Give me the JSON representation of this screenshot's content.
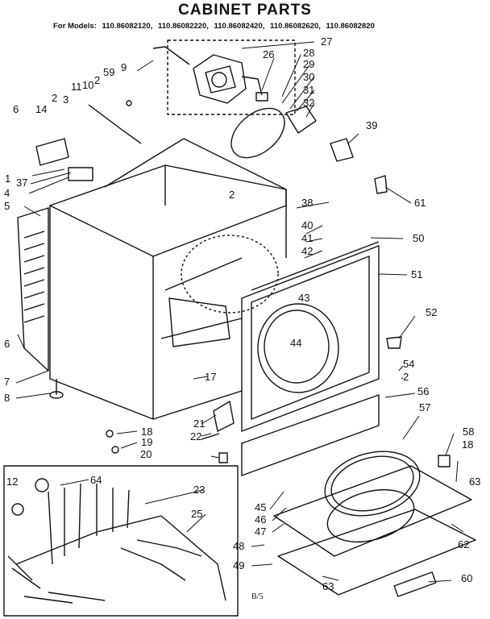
{
  "title": "CABINET PARTS",
  "models": {
    "prefix": "For Models:",
    "list": [
      "110.86082120,",
      "110.86082220,",
      "110.86082420,",
      "110.86082620,",
      "110.86082820"
    ]
  },
  "footer_mark": "B/5",
  "callouts": [
    "27",
    "26",
    "28",
    "9",
    "59",
    "29",
    "2",
    "30",
    "11",
    "10",
    "31",
    "3",
    "32",
    "6",
    "2",
    "14",
    "39",
    "1",
    "37",
    "4",
    "2",
    "38",
    "61",
    "5",
    "40",
    "50",
    "41",
    "42",
    "51",
    "43",
    "44",
    "52",
    "6",
    "54",
    "2",
    "7",
    "17",
    "56",
    "8",
    "57",
    "18",
    "21",
    "19",
    "22",
    "58",
    "18",
    "20",
    "12",
    "64",
    "23",
    "25",
    "63",
    "45",
    "46",
    "47",
    "48",
    "62",
    "49",
    "63",
    "60"
  ]
}
